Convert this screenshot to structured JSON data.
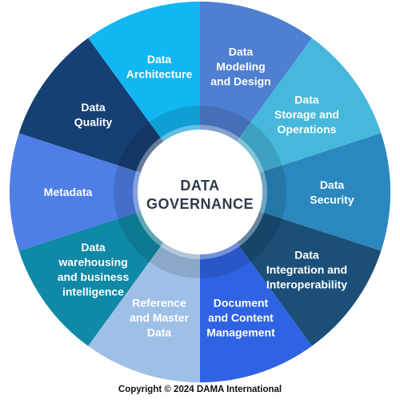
{
  "center": {
    "lines": [
      "DATA",
      "GOVERNANCE"
    ],
    "fill": "#ffffff",
    "text_color": "#2f3a4a"
  },
  "segments": [
    {
      "lines": [
        "Data",
        "Modeling",
        "and Design"
      ],
      "color": "#4f7fd0"
    },
    {
      "lines": [
        "Data",
        "Storage and",
        "Operations"
      ],
      "color": "#46b8dc"
    },
    {
      "lines": [
        "Data",
        "Security"
      ],
      "color": "#2a88be"
    },
    {
      "lines": [
        "Data",
        "Integration and",
        "Interoperability"
      ],
      "color": "#1b4f78"
    },
    {
      "lines": [
        "Document",
        "and Content",
        "Management"
      ],
      "color": "#2f63e4"
    },
    {
      "lines": [
        "Reference",
        "and Master",
        "Data"
      ],
      "color": "#9fc0e6"
    },
    {
      "lines": [
        "Data",
        "warehousing",
        "and business",
        "intelligence"
      ],
      "color": "#0f89a6"
    },
    {
      "lines": [
        "Metadata"
      ],
      "color": "#4e7ee6"
    },
    {
      "lines": [
        "Data",
        "Quality"
      ],
      "color": "#163f73"
    },
    {
      "lines": [
        "Data",
        "Architecture"
      ],
      "color": "#12b6f2"
    }
  ],
  "copyright": "Copyright © 2024 DAMA International"
}
